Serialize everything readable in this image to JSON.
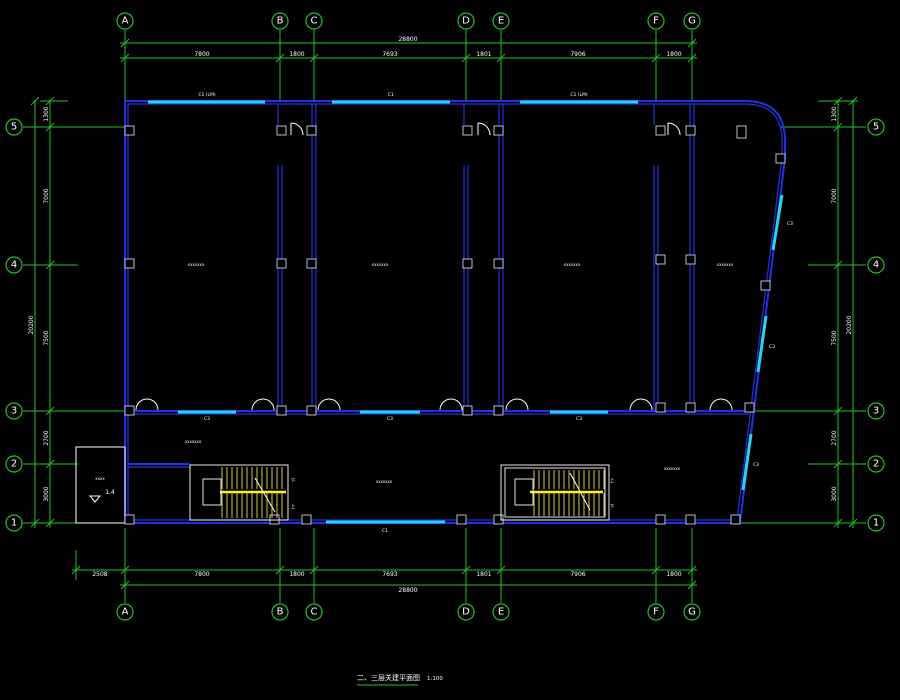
{
  "axes": {
    "vertical": [
      "A",
      "B",
      "C",
      "D",
      "E",
      "F",
      "G"
    ],
    "horizontal": [
      "5",
      "4",
      "3",
      "2",
      "1"
    ]
  },
  "dimensions": {
    "top_total": "28800",
    "top_segments": [
      "7800",
      "1800",
      "7693",
      "1801",
      "7906",
      "1800"
    ],
    "bottom_total": "28800",
    "bottom_segments": [
      "2508",
      "7800",
      "1800",
      "7693",
      "1801",
      "7906",
      "1800"
    ],
    "left_total": "20200",
    "left_segments": [
      "1300",
      "7000",
      "7500",
      "2700",
      "3000"
    ],
    "right_total": "20200",
    "right_segments": [
      "1300",
      "7000",
      "7500",
      "2700",
      "3000"
    ]
  },
  "windows": {
    "top": [
      "C1 (LM)",
      "C1",
      "C1 (LM)"
    ],
    "interior": [
      "C3",
      "C3",
      "C3"
    ],
    "bottom": "C1",
    "right": [
      "C3",
      "C3",
      "C3"
    ]
  },
  "rooms": [
    "xxxxxxx",
    "xxxxxxx",
    "xxxxxxx",
    "xxxxxxx",
    "xxxxxxx",
    "xxxxxxx",
    "xxxxxxx",
    "xxxx"
  ],
  "stair_marks": {
    "left_up": "上",
    "left_down": "下",
    "right_up": "上",
    "right_down": "下"
  },
  "annex_level": "1.4",
  "title": {
    "name": "二、三层关建平面图",
    "scale": "1:100"
  }
}
